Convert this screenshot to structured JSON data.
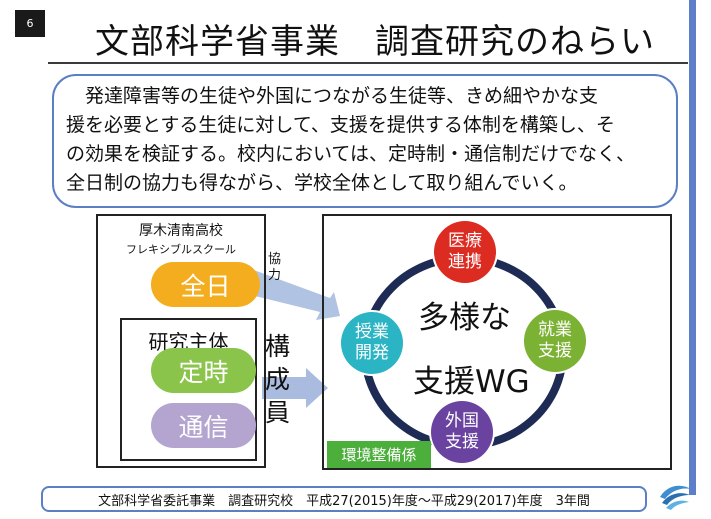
{
  "slide": {
    "number": "6",
    "title": "文部科学省事業　調査研究のねらい"
  },
  "intro": {
    "lines": [
      "　発達障害等の生徒や外国につながる生徒等、きめ細やかな支",
      "援を必要とする生徒に対して、支援を提供する体制を構築し、そ",
      "の効果を検証する。校内においては、定時制・通信制だけでなく、",
      "全日制の協力も得ながら、学校全体として取り組んでいく。"
    ]
  },
  "left_panel": {
    "school_name": "厚木清南高校",
    "school_sub": "フレキシブルスクール",
    "zennichi": "全日",
    "inner_label": "研究主体",
    "teiji": "定時",
    "tsushin": "通信"
  },
  "connectors": {
    "kyoryoku": "協力",
    "kouseiin": "構成員"
  },
  "right_panel": {
    "center_line1": "多様な",
    "center_line2": "支援WG",
    "nodes": {
      "iryo": [
        "医療",
        "連携"
      ],
      "shugyo": [
        "就業",
        "支援"
      ],
      "jugyo": [
        "授業",
        "開発"
      ],
      "gaikoku": [
        "外国",
        "支援"
      ]
    },
    "env_tag": "環境整備係"
  },
  "footer": {
    "text": "文部科学省委託事業　調査研究校　平成27(2015)年度～平成29(2017)年度　3年間"
  },
  "colors": {
    "accent_blue": "#5b7fc4",
    "zennichi": "#f4ad1e",
    "teiji": "#8ac44a",
    "tsushin": "#b3a5d0",
    "iryo": "#dc2b20",
    "shugyo": "#7cb233",
    "jugyo": "#2bb4c4",
    "gaikoku": "#6a43a0",
    "env": "#4caf3c",
    "ring": "#1e2b55"
  },
  "icons": {
    "logo": "wave-logo-icon"
  }
}
